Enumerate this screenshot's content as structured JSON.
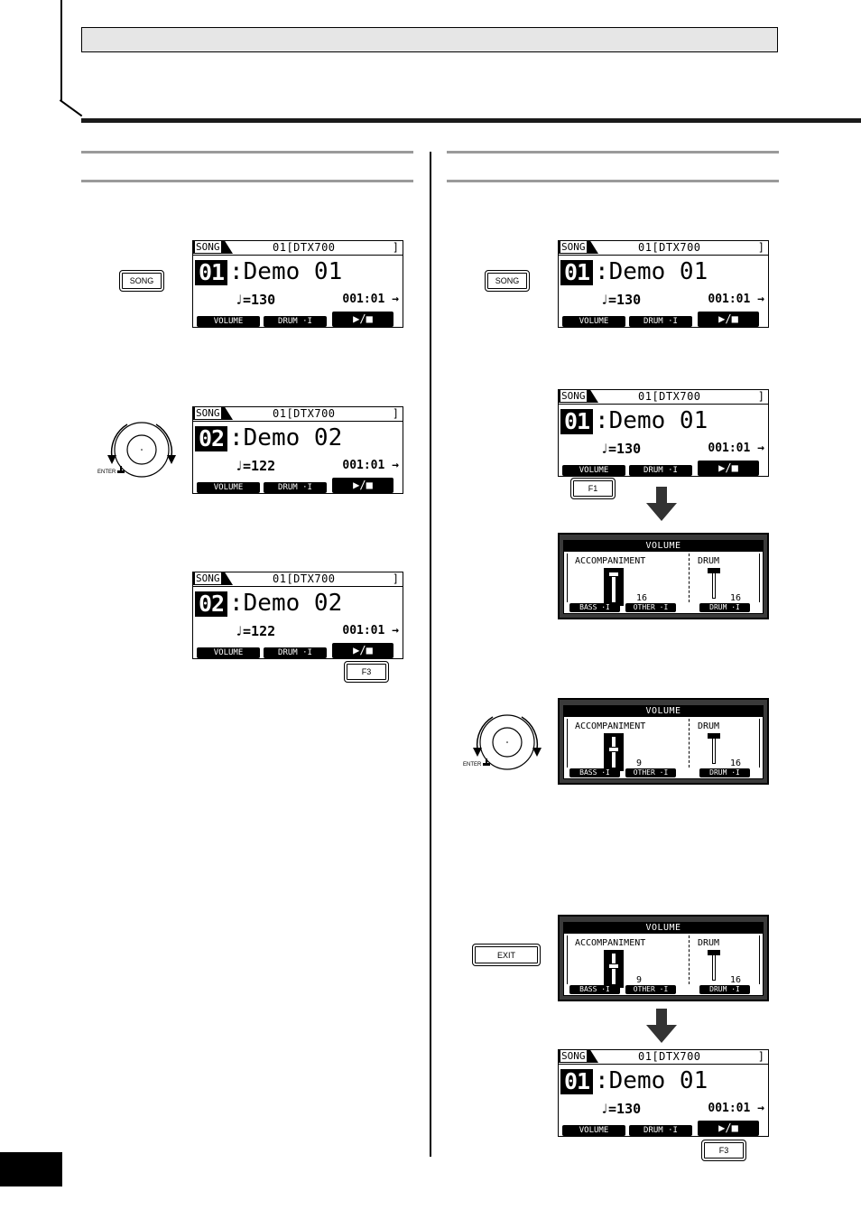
{
  "buttons": {
    "song": "SONG",
    "f1": "F1",
    "f3": "F3",
    "exit": "EXIT"
  },
  "dial": {
    "enter_label": "ENTER"
  },
  "lcd_common": {
    "mode": "SONG",
    "name": "01[DTX700",
    "bracket": "]",
    "f1": "VOLUME",
    "f2": "DRUM ·I",
    "f3": "▶/■"
  },
  "song_screens": [
    {
      "num": "01",
      "title": ":Demo 01",
      "tempo": "=130",
      "pos": "001:01 →"
    },
    {
      "num": "02",
      "title": ":Demo 02",
      "tempo": "=122",
      "pos": "001:01 →"
    },
    {
      "num": "02",
      "title": ":Demo 02",
      "tempo": "=122",
      "pos": "001:01 →"
    },
    {
      "num": "01",
      "title": ":Demo 01",
      "tempo": "=130",
      "pos": "001:01 →"
    },
    {
      "num": "01",
      "title": ":Demo 01",
      "tempo": "=130",
      "pos": "001:01 →"
    },
    {
      "num": "01",
      "title": ":Demo 01",
      "tempo": "=130",
      "pos": "001:01 →"
    }
  ],
  "volume_common": {
    "header": "VOLUME",
    "accompaniment": "ACCOMPANIMENT",
    "drum": "DRUM",
    "f1": "BASS ·I",
    "f2": "OTHER ·I",
    "f3": "DRUM ·I"
  },
  "volume_screens": [
    {
      "acc_value": "16",
      "drum_value": "16",
      "acc_level": 16,
      "drum_level": 16
    },
    {
      "acc_value": "9",
      "drum_value": "16",
      "acc_level": 9,
      "drum_level": 16
    },
    {
      "acc_value": "9",
      "drum_value": "16",
      "acc_level": 9,
      "drum_level": 16
    }
  ],
  "colors": {
    "header_bar": "#e6e6e6",
    "rule": "#9a9a9a",
    "lcd_ink": "#000000"
  }
}
